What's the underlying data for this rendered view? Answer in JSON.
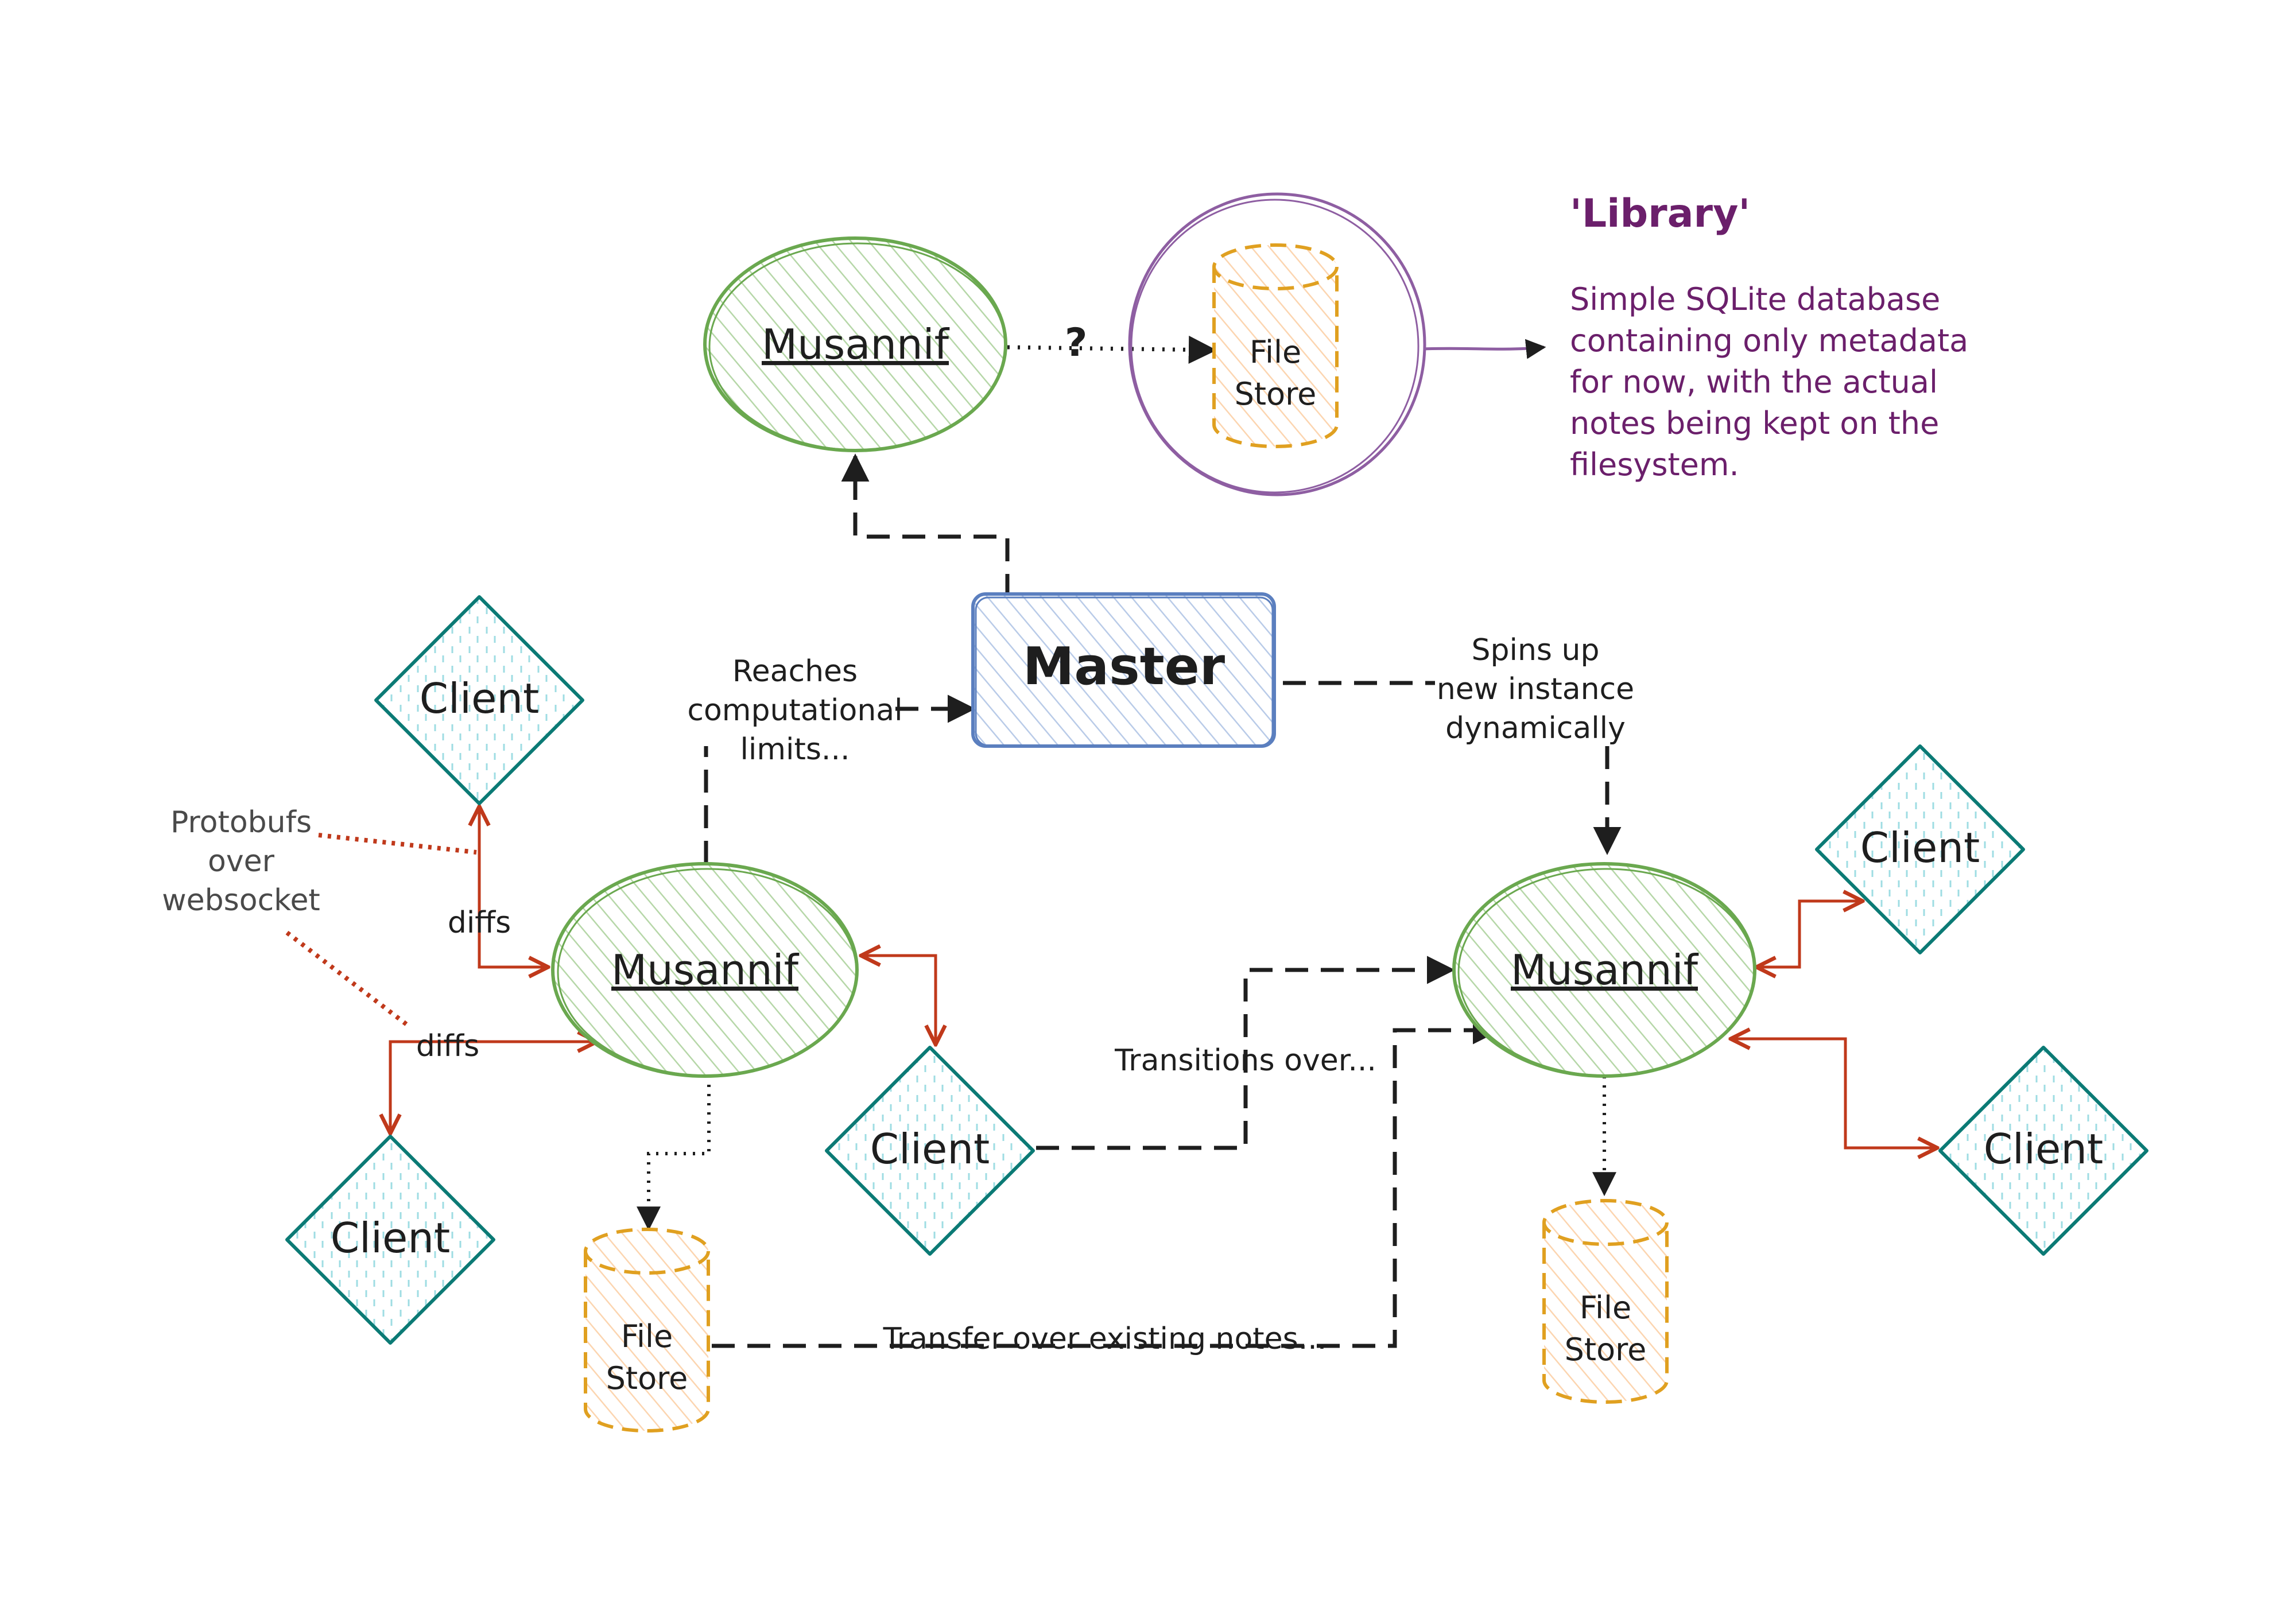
{
  "nodes": {
    "musannif_top": "Musannif",
    "musannif_left": "Musannif",
    "musannif_right": "Musannif",
    "master": "Master",
    "client": "Client",
    "file_store": [
      "File",
      "Store"
    ]
  },
  "edges": {
    "question": "?",
    "reaches": [
      "Reaches",
      "computational",
      "limits..."
    ],
    "spins": [
      "Spins up",
      "new instance",
      "dynamically"
    ],
    "diffs": "diffs",
    "protobufs": [
      "Protobufs",
      "over",
      "websocket"
    ],
    "transitions": "Transitions over...",
    "transfer": "Transfer over existing notes..."
  },
  "library": {
    "title": "'Library'",
    "body": [
      "Simple SQLite database",
      "containing only metadata",
      "for now, with the actual",
      "notes being kept on the",
      "filesystem."
    ]
  },
  "colors": {
    "musannif_stroke": "#6aa84f",
    "musannif_fill": "#d9ead3",
    "client_stroke": "#0b7a75",
    "client_fill": "#cdeef0",
    "master_stroke": "#5b7fbf",
    "master_fill": "#dbe5f5",
    "store_stroke": "#e0a020",
    "store_fill": "#fde8d0",
    "library_stroke": "#8e5ea2",
    "library_text": "#6b1f6b",
    "red": "#c0391b"
  }
}
